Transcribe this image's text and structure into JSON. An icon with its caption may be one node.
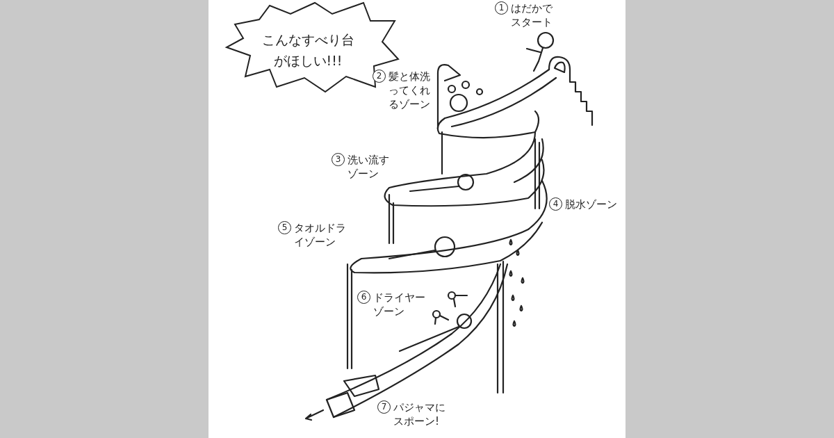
{
  "diagram": {
    "nodes": [
      {
        "text": [
          "こんなすべり台がほしい!!!"
        ]
      }
    ],
    "edges": [],
    "labels": [
      "1",
      "はだかでスタート",
      "2",
      "髪と体洗ってくれるゾーン",
      "3",
      "洗い流すゾーン",
      "4",
      "脱水ゾーン",
      "5",
      "タオルドライゾーン",
      "6",
      "ドライヤーゾーン",
      "7",
      "パジャマにスポーン!"
    ]
  }
}
